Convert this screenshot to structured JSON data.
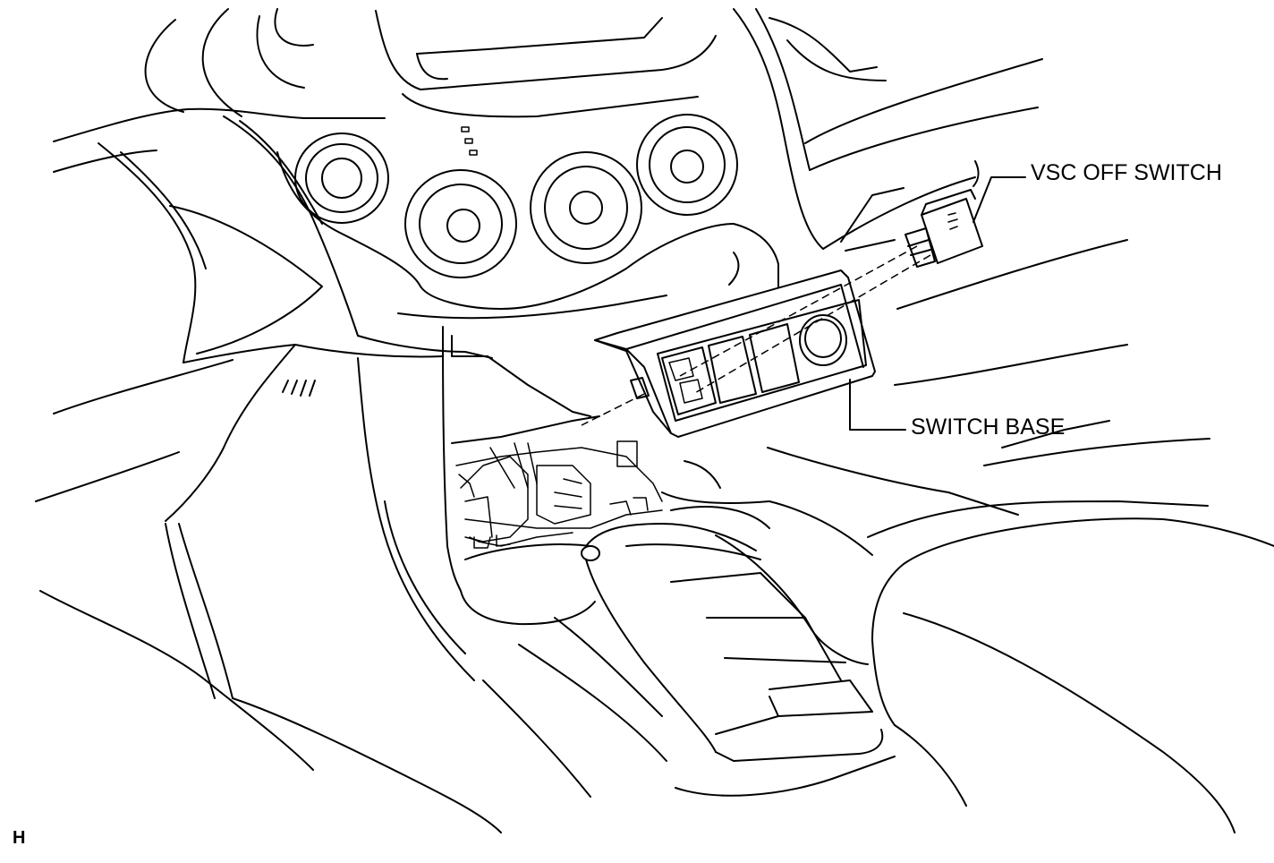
{
  "diagram": {
    "callouts": {
      "vsc_off_switch": "VSC OFF SWITCH",
      "switch_base": "SWITCH BASE"
    },
    "corner_code": "H"
  }
}
